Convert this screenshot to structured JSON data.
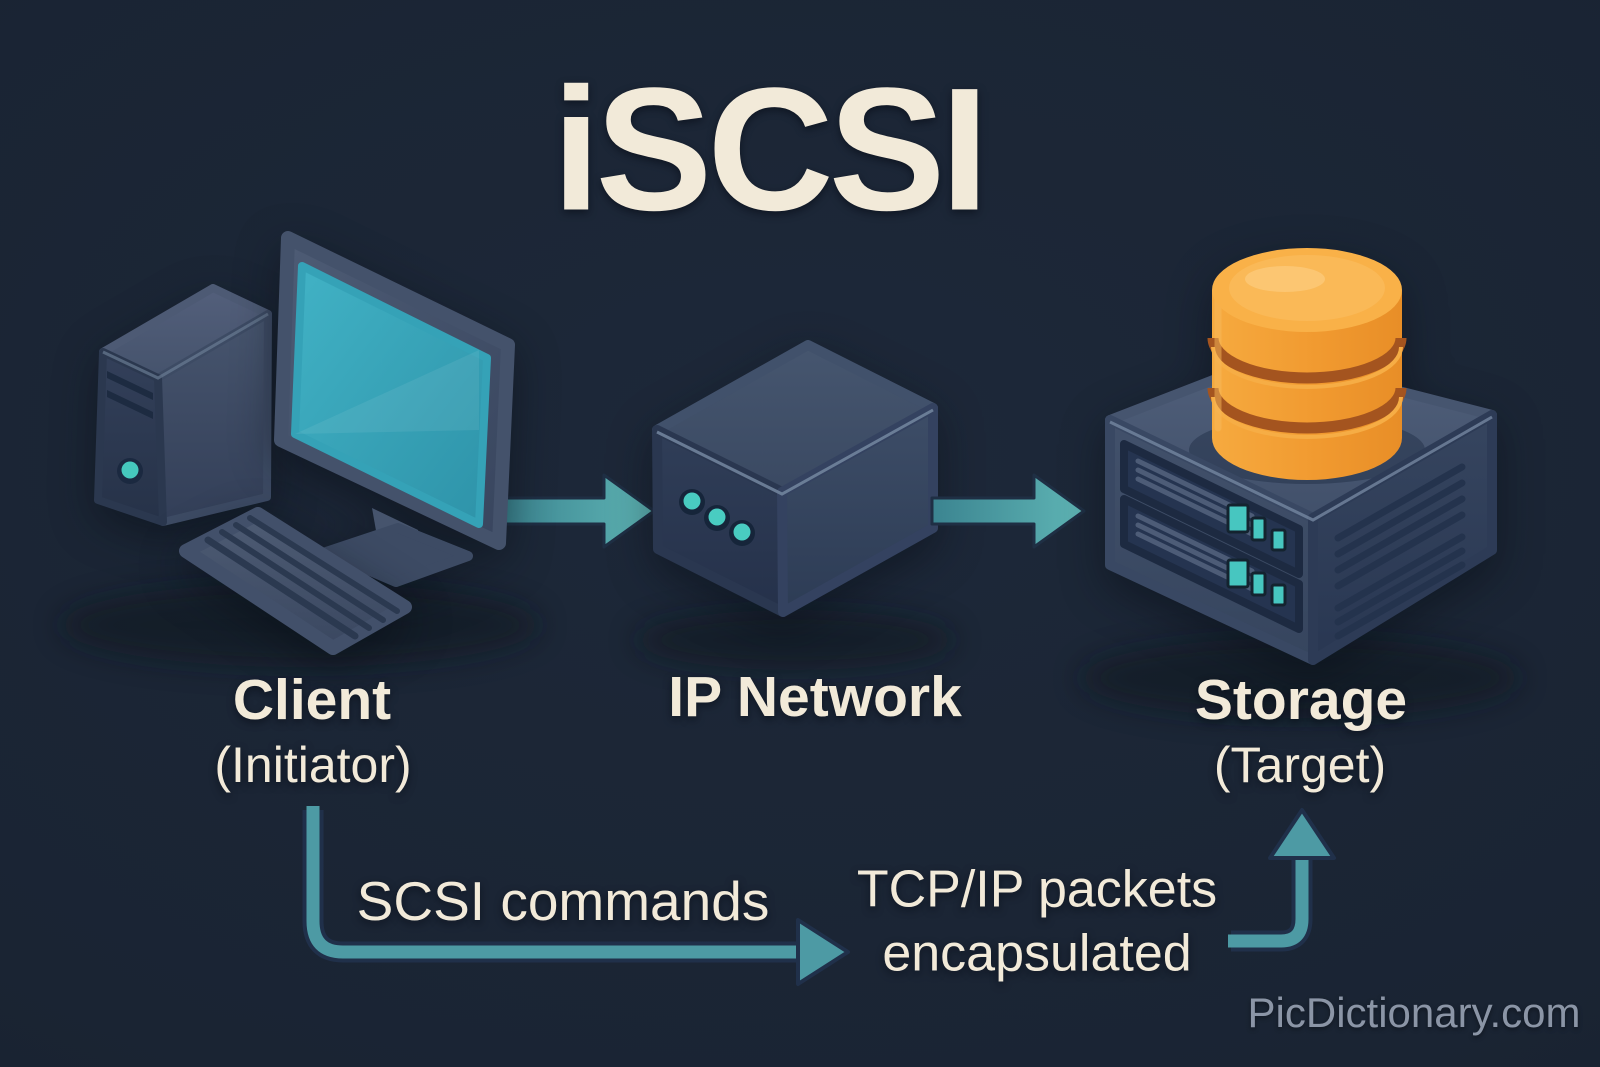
{
  "title": "iSCSI",
  "nodes": {
    "client": {
      "label": "Client",
      "sublabel": "(Initiator)",
      "icon": "desktop-computer-icon"
    },
    "network": {
      "label": "IP Network",
      "icon": "network-switch-icon"
    },
    "storage": {
      "label": "Storage",
      "sublabel": "(Target)",
      "icon": "storage-server-icon"
    }
  },
  "flow": {
    "scsi_commands": "SCSI commands",
    "tcpip_line1": "TCP/IP packets",
    "tcpip_line2": "encapsulated"
  },
  "watermark": "PicDictionary.com",
  "colors": {
    "background": "#1a2433",
    "text_cream": "#f2ead9",
    "arrow_teal": "#4d9aa4",
    "screen_teal": "#38a8bc",
    "led_teal": "#47c6c0",
    "database_orange": "#f19a30",
    "device_slate": "#44536c",
    "device_dark": "#2c3a52",
    "watermark_gray": "#8b95a6"
  }
}
